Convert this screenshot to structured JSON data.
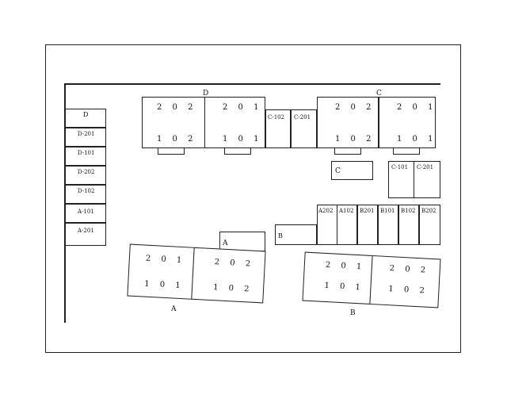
{
  "labels": {
    "D_top": "D",
    "C_top": "C",
    "A_bottom": "A",
    "B_bottom": "B"
  },
  "left_column": [
    "D",
    "D-201",
    "D-101",
    "D-202",
    "D-102",
    "A-101",
    "A-201"
  ],
  "top_D": {
    "upper": [
      "2 0 2",
      "2 0 1"
    ],
    "lower": [
      "1 0 2",
      "1 0 1"
    ]
  },
  "top_C": {
    "upper": [
      "2 0 2",
      "2 0 1"
    ],
    "lower": [
      "1 0 2",
      "1 0 1"
    ]
  },
  "middle_small": [
    "C-102",
    "C-201"
  ],
  "C_box": "C",
  "C_right": [
    "C-101",
    "C-201"
  ],
  "A_box": "A",
  "B_box": "B",
  "B_row": [
    "A202",
    "A102",
    "B201",
    "B101",
    "B102",
    "B202"
  ],
  "bldg_A": {
    "upper": [
      "2 0 1",
      "2 0 2"
    ],
    "lower": [
      "1 0 1",
      "1 0 2"
    ]
  },
  "bldg_B": {
    "upper": [
      "2 0 1",
      "2 0 2"
    ],
    "lower": [
      "1 0 1",
      "1 0 2"
    ]
  }
}
